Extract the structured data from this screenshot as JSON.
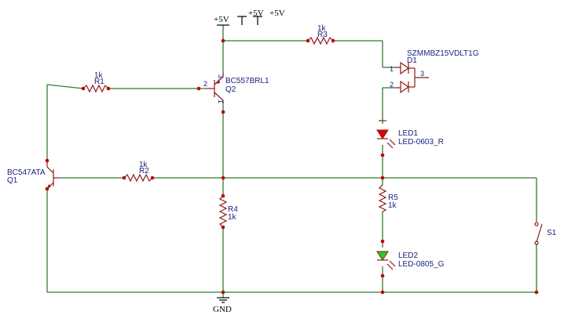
{
  "power": {
    "vcc_main": "+5V",
    "vcc_extra_1": "+5V",
    "vcc_extra_2": "+5V",
    "gnd": "GND"
  },
  "components": {
    "r1": {
      "ref": "R1",
      "value": "1k"
    },
    "r2": {
      "ref": "R2",
      "value": "1k"
    },
    "r3": {
      "ref": "R3",
      "value": "1k"
    },
    "r4": {
      "ref": "R4",
      "value": "1k"
    },
    "r5": {
      "ref": "R5",
      "value": "1k"
    },
    "q1": {
      "ref": "Q1",
      "part": "BC547ATA"
    },
    "q2": {
      "ref": "Q2",
      "part": "BC557BRL1"
    },
    "d1": {
      "ref": "D1",
      "part": "SZMMBZ15VDLT1G"
    },
    "led1": {
      "ref": "LED1",
      "part": "LED-0603_R"
    },
    "led2": {
      "ref": "LED2",
      "part": "LED-0805_G"
    },
    "s1": {
      "ref": "S1"
    }
  },
  "pins": {
    "q2_base": "2",
    "q2_emitter": "3",
    "q2_collector": "1",
    "d1_p1": "1",
    "d1_p2": "2",
    "d1_p3": "3"
  },
  "colors": {
    "wire": "#2e7d32",
    "component": "#8b1a1a",
    "junction": "#c00000",
    "label": "#1a237e",
    "led1_fill": "#e00000",
    "led2_fill": "#22cc22"
  }
}
